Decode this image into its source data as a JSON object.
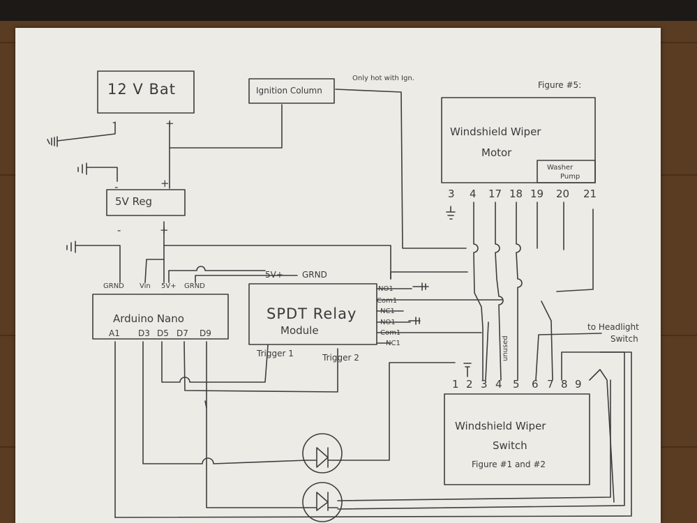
{
  "colors": {
    "paper": "#ecebe6",
    "ink": "#3a3a3a",
    "wood": "#5a3c22",
    "tabletop": "#1c1917"
  },
  "battery": {
    "label": "12 V Bat",
    "neg": "-",
    "pos": "+"
  },
  "ignition": {
    "label": "Ignition Column",
    "note": "Only hot with Ign."
  },
  "regulator": {
    "label": "5V Reg",
    "neg": "-",
    "pos": "+",
    "out_neg": "-",
    "out_pos": "+"
  },
  "motor": {
    "figure": "Figure #5:",
    "label_line1": "Windshield Wiper",
    "label_line2": "Motor",
    "pump_line1": "Washer",
    "pump_line2": "Pump",
    "pins": [
      "3",
      "4",
      "17",
      "18",
      "19",
      "20",
      "21"
    ]
  },
  "arduino": {
    "label": "Arduino Nano",
    "top_pins": [
      "GRND",
      "Vin",
      "5V+",
      "GRND"
    ],
    "bottom_pins": [
      "A1",
      "D3",
      "D5",
      "D7",
      "D9"
    ]
  },
  "relay": {
    "label_line1": "SPDT Relay",
    "label_line2": "Module",
    "supply_pos": "5V+",
    "supply_gnd": "GRND",
    "contacts": [
      "NO1",
      "Com1",
      "NC1",
      "NO1",
      "Com1",
      "NC1"
    ],
    "trigger1": "Trigger 1",
    "trigger2": "Trigger 2"
  },
  "switch": {
    "pins": [
      "1",
      "2",
      "3",
      "4",
      "5",
      "6",
      "7",
      "8",
      "9"
    ],
    "unused": "unused",
    "label_line1": "Windshield Wiper",
    "label_line2": "Switch",
    "figure": "Figure #1 and #2"
  },
  "headlight": {
    "line1": "to Headlight",
    "line2": "Switch"
  }
}
